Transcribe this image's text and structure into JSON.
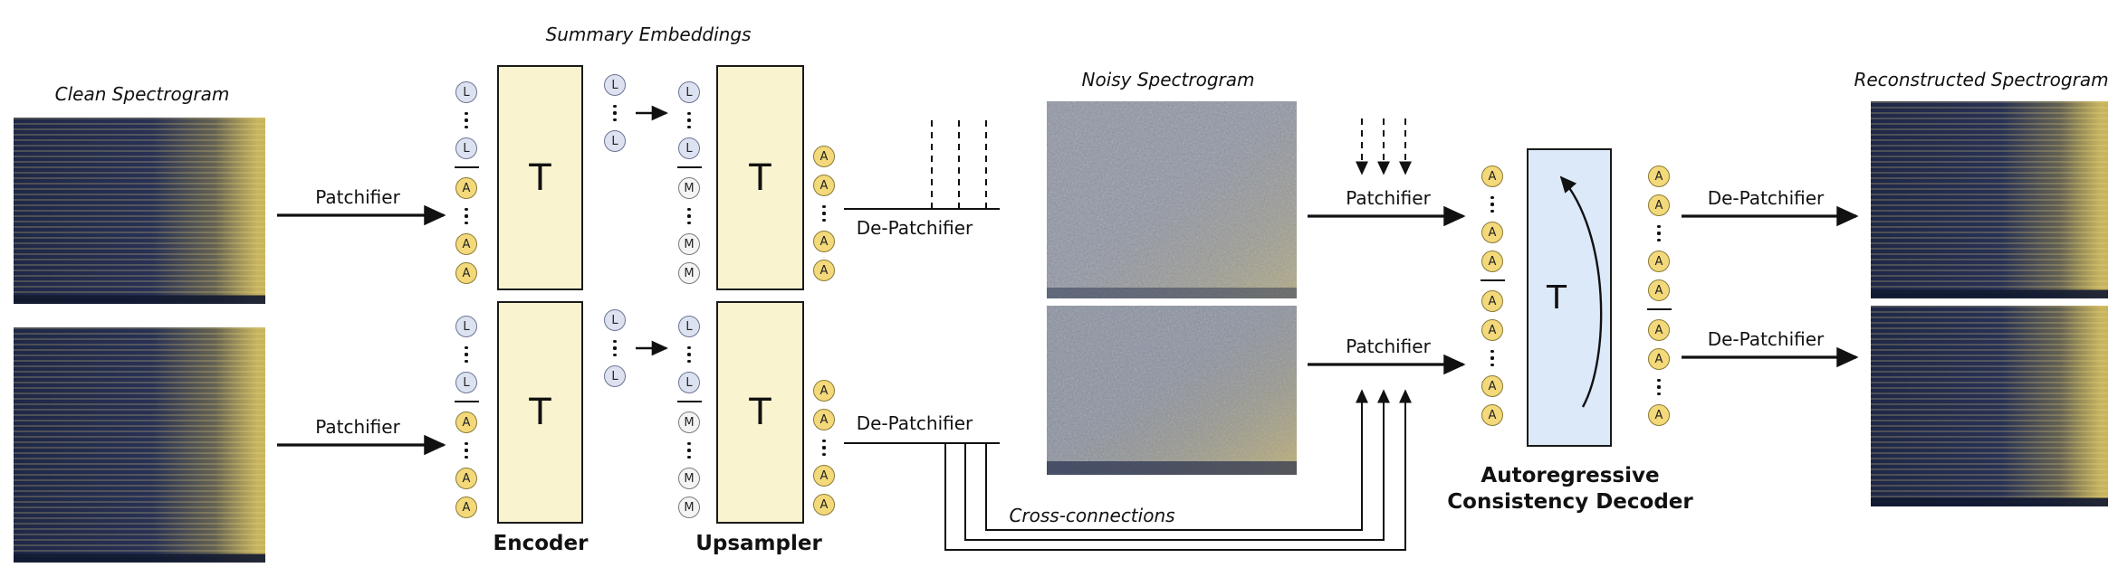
{
  "figure": {
    "title_labels": {
      "clean_spectrogram": "Clean Spectrogram",
      "summary_embeddings": "Summary Embeddings",
      "noisy_spectrogram": "Noisy Spectrogram",
      "reconstructed_spectrogram": "Reconstructed Spectrogram",
      "cross_connections": "Cross-connections"
    },
    "block_labels": {
      "encoder": "Encoder",
      "upsampler": "Upsampler",
      "decoder_line1": "Autoregressive",
      "decoder_line2": "Consistency Decoder",
      "transformer": "T"
    },
    "op_labels": {
      "patchifier": "Patchifier",
      "de_patchifier": "De-Patchifier"
    },
    "tokens": {
      "encoder_input": [
        "L",
        "dots",
        "L",
        "sep",
        "A",
        "dots",
        "A",
        "A"
      ],
      "summary": [
        "L",
        "dots",
        "L"
      ],
      "upsampler_input": [
        "L",
        "dots",
        "L",
        "sep",
        "M",
        "dots",
        "M",
        "M"
      ],
      "upsampler_output": [
        "A",
        "A",
        "dots",
        "A",
        "A"
      ],
      "decoder_input": [
        "A",
        "dots",
        "A",
        "A",
        "sep",
        "A",
        "A",
        "dots",
        "A",
        "A"
      ],
      "decoder_output": [
        "A",
        "A",
        "dots",
        "A",
        "A",
        "sep",
        "A",
        "A",
        "dots",
        "A"
      ]
    },
    "colors": {
      "transformer_block_fill": "#FAF3CF",
      "decoder_block_fill": "#DCE9F8",
      "token_l_fill": "#DDE2F1",
      "token_a_fill": "#F3D97A",
      "token_m_fill": "#F4F4F4",
      "line_color": "#111111"
    }
  }
}
